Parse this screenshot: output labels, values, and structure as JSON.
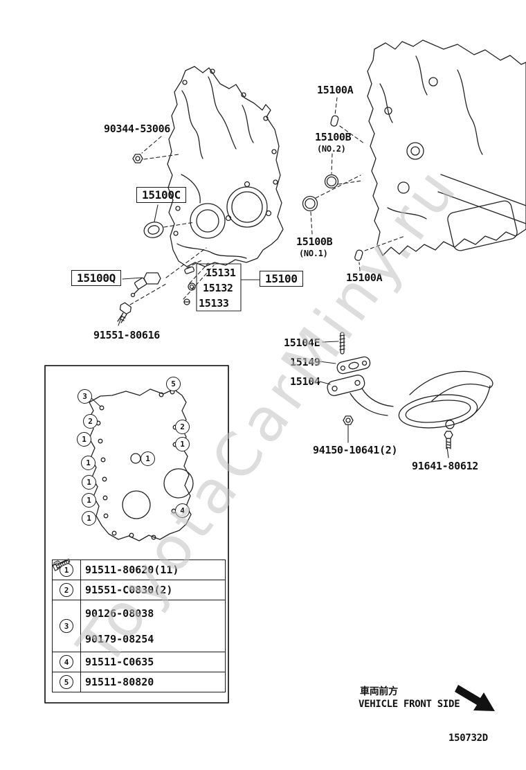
{
  "watermark": {
    "text": "ToyotaCarMiny.ru"
  },
  "parts": {
    "p90344_53006": "90344-53006",
    "p15100C": "15100C",
    "p15100A": "15100A",
    "p15100B": "15100B",
    "no2": "(NO.2)",
    "no1": "(NO.1)",
    "p15100Q": "15100Q",
    "p15131": "15131",
    "p15132": "15132",
    "p15133": "15133",
    "p15100": "15100",
    "p91551_80616": "91551-80616",
    "p15104E": "15104E",
    "p15149": "15149",
    "p15104": "15104",
    "p94150_10641": "94150-10641(2)",
    "p91641_80612": "91641-80612"
  },
  "callouts": [
    {
      "n": "3"
    },
    {
      "n": "5"
    },
    {
      "n": "2"
    },
    {
      "n": "1"
    },
    {
      "n": "2"
    },
    {
      "n": "1"
    },
    {
      "n": "1"
    },
    {
      "n": "1"
    },
    {
      "n": "1"
    },
    {
      "n": "1"
    },
    {
      "n": "1"
    },
    {
      "n": "4"
    }
  ],
  "legend": {
    "rows": [
      {
        "num": "1",
        "parts": [
          "91511-80620(11)"
        ]
      },
      {
        "num": "2",
        "parts": [
          "91551-C0830(2)"
        ]
      },
      {
        "num": "3",
        "parts": [
          "90126-08038",
          "90179-08254"
        ]
      },
      {
        "num": "4",
        "parts": [
          "91511-C0635"
        ]
      },
      {
        "num": "5",
        "parts": [
          "91511-80820"
        ]
      }
    ]
  },
  "footer": {
    "front_jp": "車両前方",
    "front_en": "VEHICLE FRONT SIDE",
    "code": "150732D"
  }
}
